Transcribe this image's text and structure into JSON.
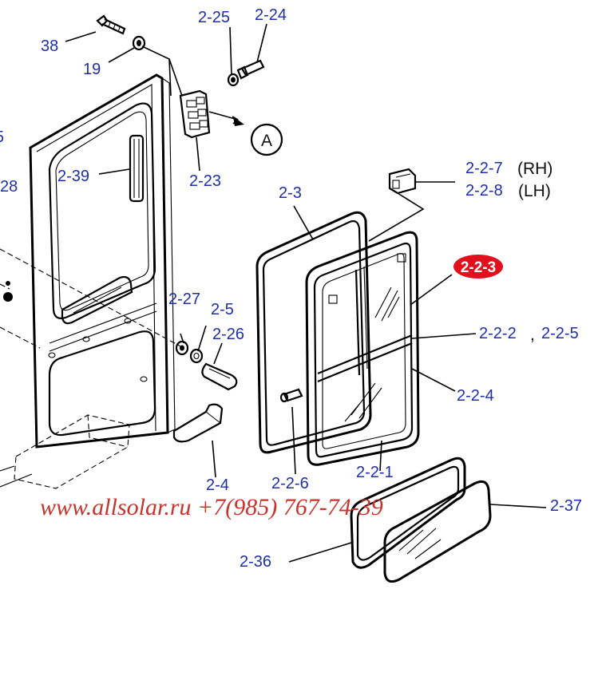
{
  "colors": {
    "callout_text": "#1f2fa8",
    "watermark": "#c8342c",
    "highlight_fill": "#e0101c",
    "line": "#000000"
  },
  "callouts": {
    "c38": "38",
    "c19": "19",
    "c2_25": "2-25",
    "c2_24": "2-24",
    "c2_23": "2-23",
    "c2_39": "2-39",
    "c28": "28",
    "c5": "5",
    "c2_3": "2-3",
    "c2_2_7": "2-2-7",
    "rh": "(RH)",
    "c2_2_8": "2-2-8",
    "lh": "(LH)",
    "c2_2_3": "2-2-3",
    "c2_27": "2-27",
    "c2_5": "2-5",
    "c2_26": "2-26",
    "c2_2_2": "2-2-2",
    "comma": ",",
    "c2_2_5": "2-2-5",
    "c2_2_4": "2-2-4",
    "c2_2_6": "2-2-6",
    "c2_2_1": "2-2-1",
    "c2_4": "2-4",
    "c2_37": "2-37",
    "c2_36": "2-36"
  },
  "view_marker": "A",
  "watermark": "www.allsolar.ru +7(985) 767-74-39"
}
